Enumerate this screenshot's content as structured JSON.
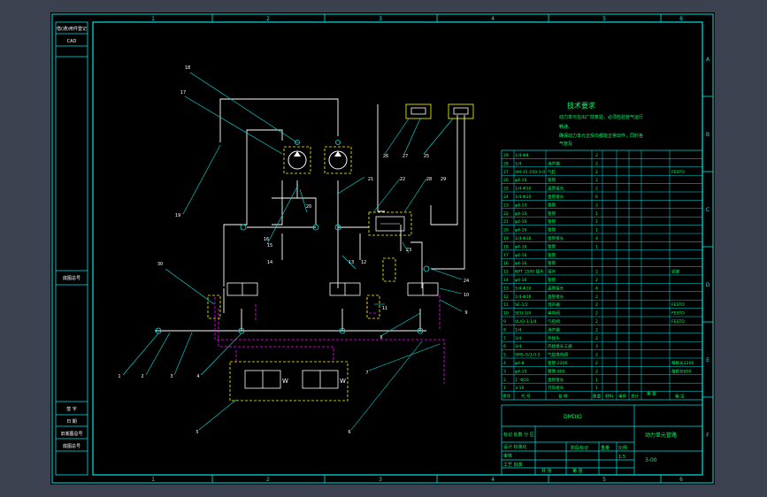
{
  "colors": {
    "frame": "#00e6e6",
    "line": "#ffffff",
    "text": "#00ff66",
    "pipe": "#ff00ff",
    "highlight": "#ffff00",
    "device": "#00e6e6"
  },
  "grid": {
    "columns": [
      "1",
      "2",
      "3",
      "4",
      "5",
      "6"
    ],
    "rows": [
      "A",
      "B",
      "C",
      "D",
      "E",
      "F"
    ]
  },
  "left_strip": {
    "top_labels": [
      "借(通)用件登记",
      "CAD"
    ],
    "middle_label": "底图总号",
    "lower_labels": [
      "签 字",
      "日 期",
      "旧底图总号",
      "底图总号"
    ]
  },
  "tech": {
    "title": "技术要求",
    "lines": [
      "动力单元在出厂前复验，必须检验管气运行",
      "畅通。",
      "确保动力单元正反向都能正常动作，同时各",
      "气管及"
    ]
  },
  "bom": {
    "rows": [
      {
        "no": "29",
        "code": "1/4-Φ8",
        "name": "",
        "qty": "2",
        "note": ""
      },
      {
        "no": "28",
        "code": "1/4",
        "name": "消声器",
        "qty": "2",
        "note": ""
      },
      {
        "no": "27",
        "code": "AM-15-250-1-0",
        "name": "气缸",
        "qty": "2",
        "note": "FESTO"
      },
      {
        "no": "26",
        "code": "φ4-10",
        "name": "管管",
        "qty": "2",
        "note": ""
      },
      {
        "no": "25",
        "code": "1/4-Φ10",
        "name": "直管接头",
        "qty": "2",
        "note": ""
      },
      {
        "no": "24",
        "code": "1/4-Φ10",
        "name": "直管接头",
        "qty": "6",
        "note": ""
      },
      {
        "no": "23",
        "code": "φ4-10",
        "name": "管管",
        "qty": "2",
        "note": ""
      },
      {
        "no": "22",
        "code": "φ4-10",
        "name": "管管",
        "qty": "1",
        "note": ""
      },
      {
        "no": "21",
        "code": "φ4-16",
        "name": "管管",
        "qty": "1",
        "note": ""
      },
      {
        "no": "20",
        "code": "φ4-16",
        "name": "管管",
        "qty": "1",
        "note": ""
      },
      {
        "no": "19",
        "code": "1/4-Φ16",
        "name": "直管接头",
        "qty": "4",
        "note": ""
      },
      {
        "no": "18",
        "code": "φ4-16",
        "name": "管管",
        "qty": "1",
        "note": ""
      },
      {
        "no": "17",
        "code": "φ4-16",
        "name": "管管",
        "qty": "",
        "note": ""
      },
      {
        "no": "16",
        "code": "φ4-16",
        "name": "管管",
        "qty": "",
        "note": ""
      },
      {
        "no": "15",
        "code": "NPT 1500 接头",
        "name": "接头",
        "qty": "2",
        "note": "调速"
      },
      {
        "no": "14",
        "code": "φ4-16",
        "name": "管管",
        "qty": "2",
        "note": ""
      },
      {
        "no": "13",
        "code": "1/4-Φ10",
        "name": "直管接头",
        "qty": "4",
        "note": ""
      },
      {
        "no": "12",
        "code": "1/4-Φ16",
        "name": "直管接头",
        "qty": "2",
        "note": ""
      },
      {
        "no": "11",
        "code": "SE-1/2",
        "name": "消声器",
        "qty": "2",
        "note": "FESTO"
      },
      {
        "no": "10",
        "code": "SEU-1/4",
        "name": "单向阀",
        "qty": "2",
        "note": "FESTO"
      },
      {
        "no": "9",
        "code": "VL/O-3-1/4",
        "name": "气控阀",
        "qty": "2",
        "note": "FESTO"
      },
      {
        "no": "8",
        "code": "1/4",
        "name": "消声器",
        "qty": "2",
        "note": ""
      },
      {
        "no": "7",
        "code": "3/4",
        "name": "外接头",
        "qty": "2",
        "note": ""
      },
      {
        "no": "6",
        "code": "3/4",
        "name": "内接接头三通",
        "qty": "3",
        "note": ""
      },
      {
        "no": "5",
        "code": "SMS-G/3.0-5",
        "name": "气控换向阀",
        "qty": "2",
        "note": ""
      },
      {
        "no": "4",
        "code": "φ4-8",
        "name": "管管-2200",
        "qty": "2",
        "note": "每根长2200"
      },
      {
        "no": "3",
        "code": "φ4-10",
        "name": "管管-800",
        "qty": "2",
        "note": "每根长800"
      },
      {
        "no": "2",
        "code": "1″-Φ16",
        "name": "直管接头",
        "qty": "1",
        "note": ""
      },
      {
        "no": "1",
        "code": "3-10",
        "name": "万向接头",
        "qty": "1",
        "note": ""
      }
    ],
    "header": {
      "no": "序号",
      "code": "代  号",
      "name": "名  称",
      "qty": "数量",
      "mat": "材料",
      "unit": "单件",
      "total": "总计",
      "weight": "重 量",
      "note": "备 注"
    }
  },
  "titleblock": {
    "project": "DMDIO",
    "title": "动力单元管路",
    "drawing_no": "3-00",
    "left_rows": [
      "标记 处数 分 区",
      "设计 标准化",
      "审核",
      "工艺 批准"
    ],
    "mid_labels": [
      "阶段标记",
      "重量",
      "比例"
    ],
    "scale": "1:5",
    "sheet_info": [
      "共 张",
      "第 张"
    ]
  },
  "callouts": [
    "1",
    "2",
    "3",
    "4",
    "5",
    "6",
    "7",
    "8",
    "9",
    "10",
    "11",
    "12",
    "13",
    "14",
    "15",
    "16",
    "17",
    "18",
    "19",
    "20",
    "21",
    "22",
    "23",
    "24",
    "25",
    "26",
    "27",
    "28",
    "29",
    "30"
  ]
}
